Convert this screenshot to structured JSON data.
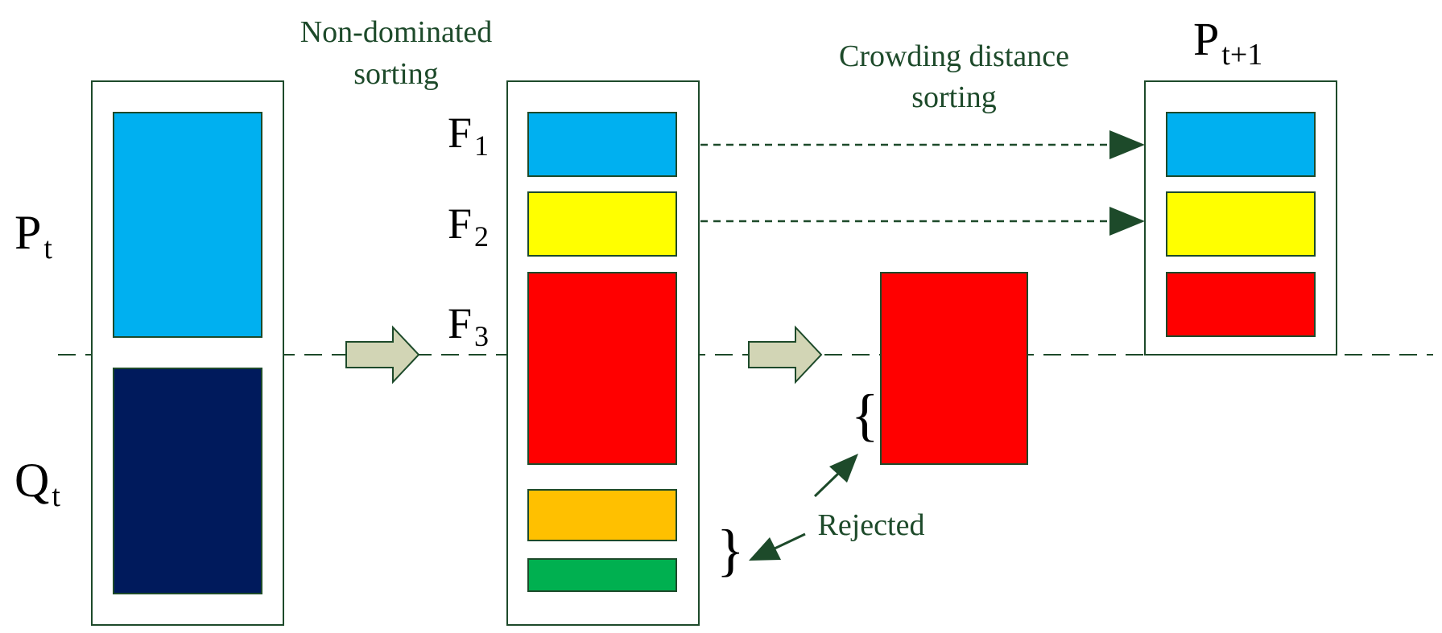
{
  "captions": {
    "nondominated_line1": "Non-dominated",
    "nondominated_line2": "sorting",
    "crowding_line1": "Crowding distance",
    "crowding_line2": "sorting",
    "rejected": "Rejected"
  },
  "labels": {
    "p_main": "P",
    "p_sub": "t",
    "q_main": "Q",
    "q_sub": "t",
    "f1_main": "F",
    "f1_sub": "1",
    "f2_main": "F",
    "f2_sub": "2",
    "f3_main": "F",
    "f3_sub": "3",
    "pnext_main": "P",
    "pnext_sub": "t+1"
  },
  "colors": {
    "front1": "#00b0f0",
    "front2": "#ffff00",
    "front3": "#ff0000",
    "front4": "#ffc000",
    "front5": "#00b050",
    "offspring": "#001a5c",
    "outline": "#1d4a2a",
    "flow_arrow_fill": "#d2d5b5"
  }
}
